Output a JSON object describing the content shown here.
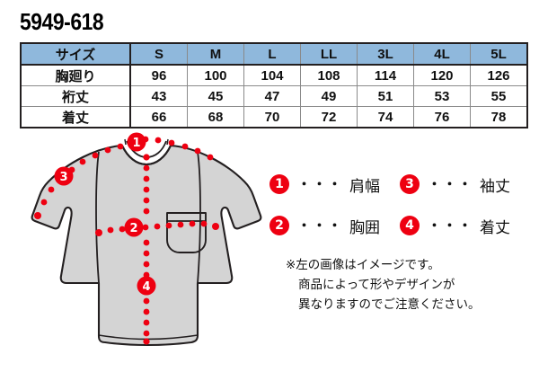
{
  "product": {
    "code": "5949-618"
  },
  "size_table": {
    "headers": [
      "サイズ",
      "S",
      "M",
      "L",
      "LL",
      "3L",
      "4L",
      "5L"
    ],
    "rows": [
      {
        "label": "胸廻り",
        "values": [
          "96",
          "100",
          "104",
          "108",
          "114",
          "120",
          "126"
        ]
      },
      {
        "label": "裄丈",
        "values": [
          "43",
          "45",
          "47",
          "49",
          "51",
          "53",
          "55"
        ]
      },
      {
        "label": "着丈",
        "values": [
          "66",
          "68",
          "70",
          "72",
          "74",
          "76",
          "78"
        ]
      }
    ],
    "header_bg": "#8fb8dc",
    "border_color": "#231f20"
  },
  "legend": {
    "dots": "・・・",
    "items": [
      {
        "number": "1",
        "label": "肩幅"
      },
      {
        "number": "3",
        "label": "袖丈"
      },
      {
        "number": "2",
        "label": "胸囲"
      },
      {
        "number": "4",
        "label": "着丈"
      }
    ],
    "marker_color": "#ee0011"
  },
  "note": {
    "line1": "※左の画像はイメージです。",
    "line2": "商品によって形やデザインが",
    "line3": "異なりますのでご注意ください。"
  },
  "diagram": {
    "alt": "半袖シャツ 採寸イメージ",
    "markers": [
      {
        "number": "1",
        "meaning": "肩幅"
      },
      {
        "number": "2",
        "meaning": "胸囲"
      },
      {
        "number": "3",
        "meaning": "袖丈"
      },
      {
        "number": "4",
        "meaning": "着丈"
      }
    ],
    "fill_color": "#d4d4d4",
    "outline_color": "#231f20",
    "marker_color": "#ee0011"
  }
}
